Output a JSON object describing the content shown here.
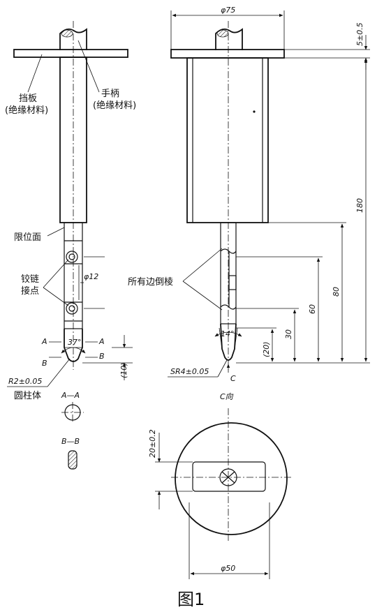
{
  "figure": {
    "caption": "图1",
    "labels": {
      "baffle": "挡板",
      "baffle_note": "(绝缘材料)",
      "handle": "手柄",
      "handle_note": "(绝缘材料)",
      "limit_face": "限位面",
      "hinge_1": "铰链",
      "hinge_2": "接点",
      "chamfer": "所有边倒棱",
      "cylinder": "圆柱体",
      "radius": "R2±0.05",
      "sphere_radius": "SR4±0.05",
      "view_c": "C向",
      "section_aa": "A—A",
      "section_bb": "B—B",
      "mark_a": "A",
      "mark_b": "B",
      "mark_c": "C"
    },
    "dimensions": {
      "dia_top": "φ75",
      "dia_hinge": "φ12",
      "dia_bottom": "φ50",
      "thickness": "5±0.5",
      "len_180": "180",
      "len_80": "80",
      "len_60": "60",
      "len_30": "30",
      "len_20": "(20)",
      "len_10": "(10)",
      "slot_width": "20±0.2",
      "angle_37": "37°",
      "angle_14": "14°"
    }
  }
}
